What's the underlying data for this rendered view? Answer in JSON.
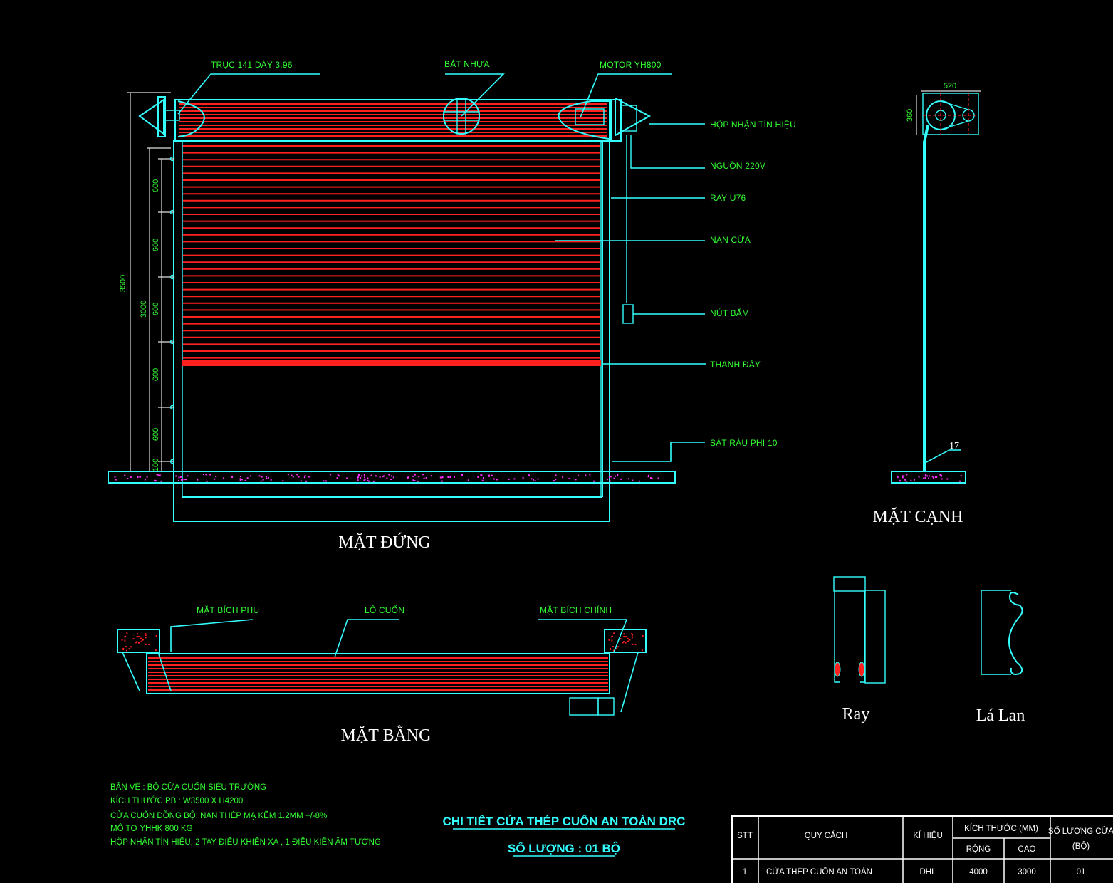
{
  "elevation_view": {
    "title": "MẶT ĐỨNG",
    "callouts": {
      "shaft": "TRỤC 141 DÀY 3.96",
      "plastic_bracket": "BÁT NHỰA",
      "motor": "MOTOR YH800",
      "signal_box": "HỘP NHẬN TÍN HIỆU",
      "power": "NGUỒN 220V",
      "rail": "RAY U76",
      "slat": "NAN CỬA",
      "button": "NÚT BẤM",
      "bottom_bar": "THANH ĐÁY",
      "anchor_bar": "SẮT RÂU PHI 10"
    },
    "dimensions": {
      "total_height": "3500",
      "door_height": "3000",
      "segments": [
        "600",
        "600",
        "600",
        "600",
        "600",
        "100"
      ]
    }
  },
  "side_view": {
    "title": "MẶT CẠNH",
    "width_dim": "520",
    "height_dim": "360",
    "ref_number": "17"
  },
  "plan_view": {
    "title": "MẶT BẰNG",
    "callouts": {
      "aux_flange": "MẶT BÍCH PHỤ",
      "roller": "LÔ CUỐN",
      "main_flange": "MẶT BÍCH CHÍNH"
    }
  },
  "profiles": {
    "rail_label": "Ray",
    "slat_label": "Lá Lan"
  },
  "notes": [
    "BẢN VẼ : BỘ CỬA CUỐN SIÊU TRƯỜNG",
    "KÍCH THƯỚC PB : W3500 X H4200",
    "CỬA CUỐN ĐỒNG BỘ: NAN THÉP MẠ KẼM 1.2MM +/-8%",
    "MÔ TƠ YHHK 800 KG",
    "HỘP NHẬN TÍN HIỆU, 2 TAY ĐIỀU KHIỂN XA , 1 ĐIỀU KIỂN ÂM TƯỜNG"
  ],
  "title_block": {
    "title": "CHI TIẾT CỬA THÉP CUỐN AN TOÀN DRC",
    "quantity": "SỐ LƯỢNG : 01 BỘ"
  },
  "spec_table": {
    "headers": {
      "stt": "STT",
      "spec": "QUY CÁCH",
      "code": "KÍ HIỆU",
      "size": "KÍCH THƯỚC (MM)",
      "width": "RỘNG",
      "height": "CAO",
      "qty": "SỐ LƯỢNG CỬA",
      "qty_unit": "(BỘ)"
    },
    "rows": [
      {
        "stt": "1",
        "spec": "CỬA THÉP CUỐN AN TOÀN",
        "code": "DHL",
        "width": "4000",
        "height": "3000",
        "qty": "01"
      }
    ]
  },
  "colors": {
    "background": "#000000",
    "outline": "#33ffff",
    "slat": "#ff2020",
    "label": "#33ff33",
    "concrete_dots": "#ff33ff"
  }
}
